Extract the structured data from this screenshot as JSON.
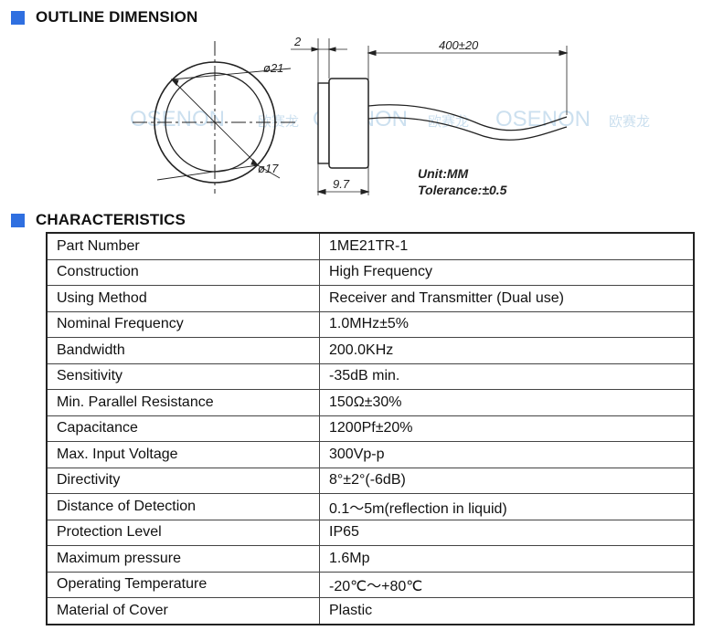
{
  "sections": {
    "outline_title": "OUTLINE DIMENSION",
    "characteristics_title": "CHARACTERISTICS"
  },
  "drawing": {
    "dia_outer": "ø21",
    "dia_inner": "ø17",
    "thickness": "2",
    "cable_length": "400±20",
    "height": "9.7",
    "unit": "Unit:MM",
    "tolerance": "Tolerance:±0.5",
    "watermark": [
      "OSENON",
      "OSENON",
      "OSENON"
    ],
    "watermark_cn": [
      "欧赛龙",
      "欧赛龙",
      "欧赛龙"
    ]
  },
  "characteristics": [
    {
      "label": "Part Number",
      "value": "1ME21TR-1"
    },
    {
      "label": "Construction",
      "value": "High Frequency"
    },
    {
      "label": "Using Method",
      "value": "Receiver and Transmitter (Dual use)"
    },
    {
      "label": "Nominal Frequency",
      "value": "1.0MHz±5%"
    },
    {
      "label": "Bandwidth",
      "value": "200.0KHz"
    },
    {
      "label": "Sensitivity",
      "value": "-35dB min."
    },
    {
      "label": "Min. Parallel Resistance",
      "value": "150Ω±30%"
    },
    {
      "label": "Capacitance",
      "value": "1200Pf±20%"
    },
    {
      "label": "Max. Input Voltage",
      "value": "300Vp-p"
    },
    {
      "label": "Directivity",
      "value": "8°±2°(-6dB)"
    },
    {
      "label": "Distance of Detection",
      "value": "0.1～5m(reflection in liquid)"
    },
    {
      "label": "Protection Level",
      "value": "IP65"
    },
    {
      "label": "Maximum pressure",
      "value": "1.6Mp"
    },
    {
      "label": "Operating Temperature",
      "value": "-20℃～+80℃"
    },
    {
      "label": "Material of Cover",
      "value": "Plastic"
    }
  ]
}
